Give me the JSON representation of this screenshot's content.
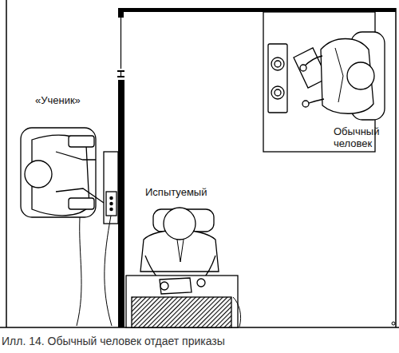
{
  "diagram": {
    "caption": "Илл. 14. Обычный человек отдает приказы",
    "labels": [
      "«Ученик»",
      "Испытуемый",
      "Обычный человек"
    ]
  }
}
